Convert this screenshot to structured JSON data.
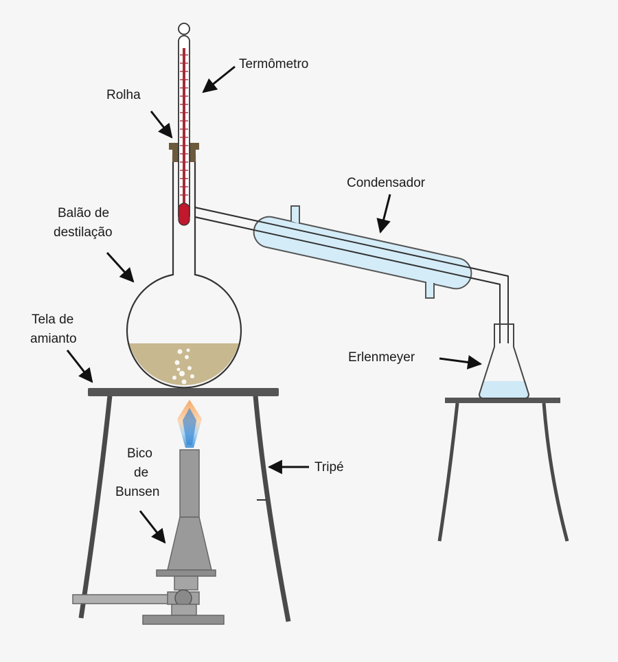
{
  "labels": {
    "thermometer": "Termômetro",
    "stopper": "Rolha",
    "flask_line1": "Balão de",
    "flask_line2": "destilação",
    "condenser": "Condensador",
    "gauze_line1": "Tela de",
    "gauze_line2": "amianto",
    "erlenmeyer": "Erlenmeyer",
    "tripod": "Tripé",
    "bunsen_line1": "Bico",
    "bunsen_line2": "de",
    "bunsen_line3": "Bunsen"
  }
}
